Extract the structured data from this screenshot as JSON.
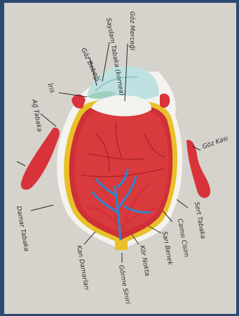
{
  "labels": {
    "gozmerceksi": "Göz Merceği",
    "saydam_tabaka": "Saydam Tabaka (kornea)",
    "goz_bebegi": "Göz Bebeği",
    "iris": "İris",
    "ag_tabaka": "Ağ Tabaka",
    "goz_kasi": "Göz Kası",
    "damar_tabaka": "Damar Tabaka",
    "sert_tabaka": "Sert Tabaka",
    "camsi_cisim": "Camsı Cisim",
    "sari_benek": "Sarı Benek",
    "kan_damarlari": "Kan Damarları",
    "kor_nokta": "Kör Nokta",
    "gorme_siniri": "Görme Siniri"
  },
  "colors": {
    "background": "#d9d6d2",
    "frame": "#2b4a70",
    "sclera_white": "#f4f3ef",
    "vitreous_red": "#d93a3d",
    "yellow_layer": "#e8c12a",
    "cornea_blue": "#bfe0e1",
    "lens_white": "#f2f2ef",
    "muscle_red": "#d8323a",
    "vessel_blue": "#2a87cf"
  }
}
